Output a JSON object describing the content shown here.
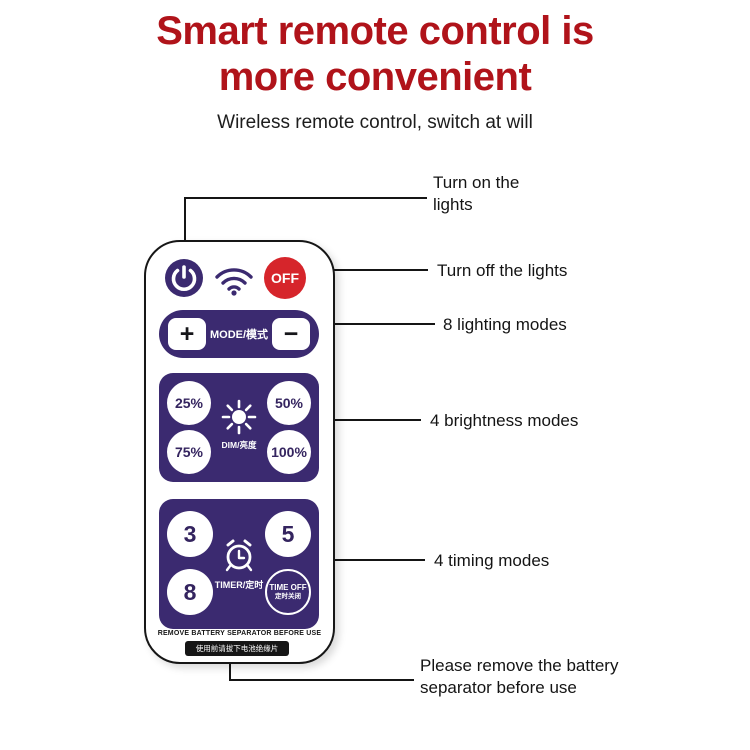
{
  "title": "Smart remote control is\nmore convenient",
  "subtitle": "Wireless remote control, switch at will",
  "callouts": {
    "turn_on": "Turn on the\nlights",
    "turn_off": "Turn off the lights",
    "lighting_modes": "8 lighting modes",
    "brightness_modes": "4 brightness modes",
    "timing_modes": "4 timing modes",
    "battery_note": "Please remove the battery\nseparator before use"
  },
  "remote": {
    "off_button": "OFF",
    "plus_button": "+",
    "minus_button": "−",
    "mode_label": "MODE/模式",
    "brightness_buttons": [
      "25%",
      "50%",
      "75%",
      "100%"
    ],
    "dim_label": "DIM/亮度",
    "timer_buttons": [
      "3",
      "5",
      "8"
    ],
    "time_off_line1": "TIME OFF",
    "time_off_line2": "定时关闭",
    "timer_label": "TIMER/定时",
    "warning": "REMOVE BATTERY SEPARATOR BEFORE USE",
    "battery_strip": "使用前请拔下电池绝缘片"
  },
  "icons": {
    "power": "power-icon",
    "wifi": "wifi-signal-icon",
    "sun": "sun-brightness-icon",
    "clock": "alarm-clock-icon"
  },
  "colors": {
    "title_red": "#b0131a",
    "panel_purple": "#3b2a70",
    "off_red": "#d6252b",
    "line_black": "#151515"
  }
}
